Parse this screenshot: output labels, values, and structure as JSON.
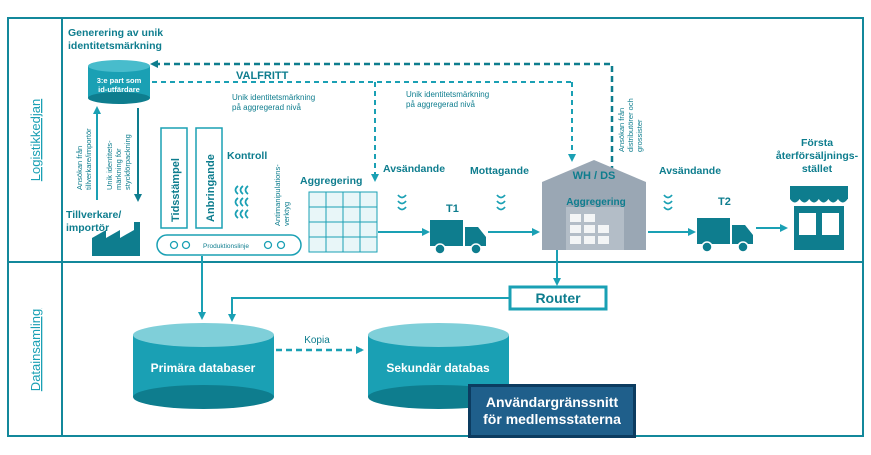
{
  "sections": {
    "logistics": "Logistikkedjan",
    "datacollection": "Datainsamling"
  },
  "top": {
    "generation_line1": "Generering av unik",
    "generation_line2": "identitetsmärkning",
    "valfritt": "VALFRITT",
    "aggregated_id_left_1": "Unik identitetsmärkning",
    "aggregated_id_left_2": "på aggregerad nivå",
    "aggregated_id_right_1": "Unik identitetsmärkning",
    "aggregated_id_right_2": "på aggregerad nivå"
  },
  "issuer": {
    "line1": "3:e part som",
    "line2": "id-utfärdare"
  },
  "manufacturer": {
    "request_1": "Ansökan från",
    "request_2": "tillverkare/importör",
    "unique_1": "Unik identitets-",
    "unique_2": "märkning för",
    "unique_3": "styckförpackning",
    "label_1": "Tillverkare/",
    "label_2": "importör"
  },
  "production": {
    "timestamp": "Tidsstämpel",
    "apply": "Anbringande",
    "control": "Kontroll",
    "antitamper_1": "Antimanipulations-",
    "antitamper_2": "verktyg",
    "line_label": "Produktionslinje"
  },
  "flow": {
    "aggregation": "Aggregering",
    "sender1": "Avsändande",
    "t1": "T1",
    "receiver": "Mottagande",
    "warehouse": "WH / DS",
    "wh_aggregation": "Aggregering",
    "distributor_request_1": "Ansökan från",
    "distributor_request_2": "distributörer och",
    "distributor_request_3": "grossister",
    "sender2": "Avsändande",
    "t2": "T2",
    "retail_1": "Första",
    "retail_2": "återförsäljnings-",
    "retail_3": "stället"
  },
  "data": {
    "router": "Router",
    "primary_db": "Primära databaser",
    "copy": "Kopia",
    "secondary_db": "Sekundär databas",
    "ui_1": "Användargränssnitt",
    "ui_2": "för medlemsstaterna"
  },
  "colors": {
    "teal": "#1aa0b4",
    "dark_teal": "#0e7d8e",
    "navy": "#1f5f8b",
    "border": "#13889b"
  }
}
